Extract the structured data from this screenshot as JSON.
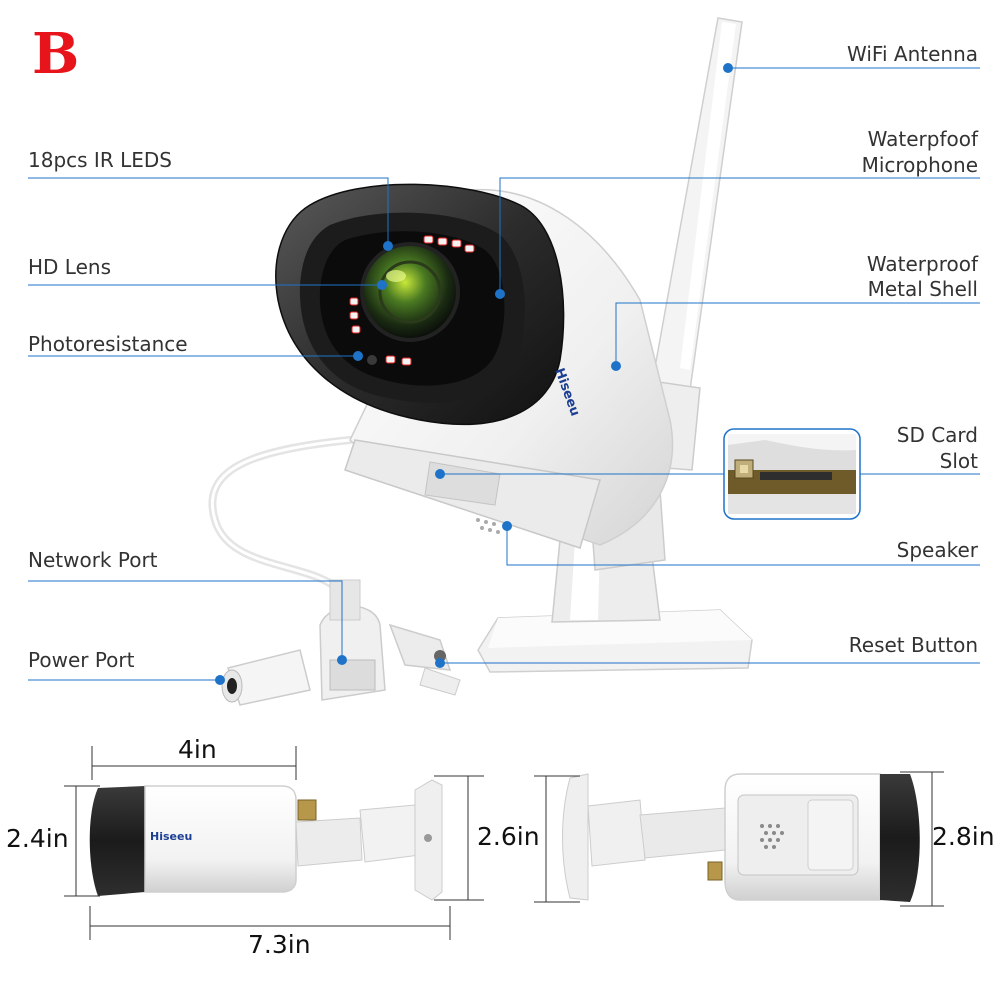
{
  "variant_badge": "B",
  "brand": "Hiseeu",
  "colors": {
    "badge": "#e8141b",
    "leader_line": "#1e73c8",
    "text": "#333333"
  },
  "callouts": {
    "wifi_antenna": "WiFi Antenna",
    "ir_leds": "18pcs IR LEDS",
    "microphone": [
      "Waterpfoof",
      "Microphone"
    ],
    "hd_lens": "HD Lens",
    "metal_shell": [
      "Waterproof",
      "Metal Shell"
    ],
    "photoresistance": "Photoresistance",
    "sd_card_slot": [
      "SD Card",
      "Slot"
    ],
    "speaker": "Speaker",
    "network_port": "Network Port",
    "power_port": "Power Port",
    "reset_button": "Reset Button"
  },
  "dimensions": {
    "side_length": "4in",
    "side_height": "2.4in",
    "mount_height": "2.6in",
    "total_length": "7.3in",
    "rear_height": "2.8in"
  }
}
